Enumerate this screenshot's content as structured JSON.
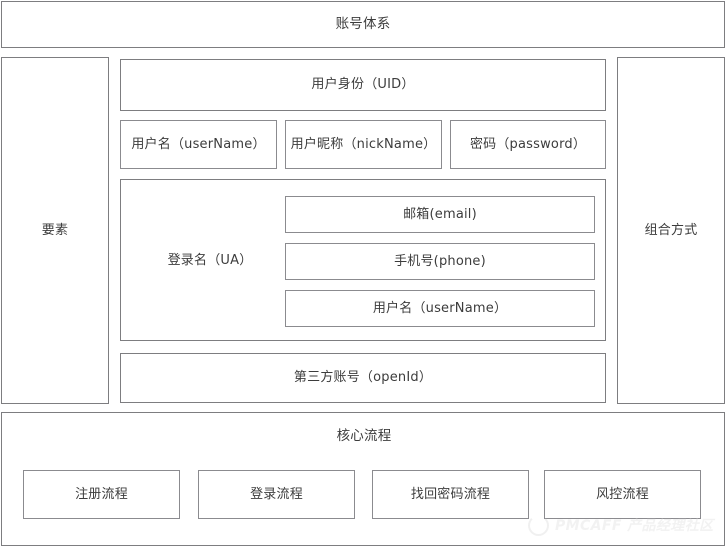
{
  "banner": {
    "title": "账号体系"
  },
  "columns": {
    "elements_label": "要素",
    "combine_label": "组合方式"
  },
  "elements": {
    "uid": "用户身份（UID）",
    "username": "用户名（userName）",
    "nickname": "用户昵称（nickName）",
    "password": "密码（password）",
    "loginname_label": "登录名（UA）",
    "loginname_children": [
      "邮箱(email)",
      "手机号(phone)",
      "用户名（userName）"
    ],
    "openid": "第三方账号（openId）"
  },
  "core_flow": {
    "title": "核心流程",
    "items": [
      "注册流程",
      "登录流程",
      "找回密码流程",
      "风控流程"
    ]
  },
  "watermark": {
    "text": "PMCAFF 产品经理社区",
    "logo_icon": "circle-logo-icon"
  },
  "colors": {
    "border": "#7d7d80",
    "sub_border": "#8b8b8f",
    "text": "#3c3c3c",
    "background": "#ffffff",
    "watermark": "#d6d6d6"
  }
}
